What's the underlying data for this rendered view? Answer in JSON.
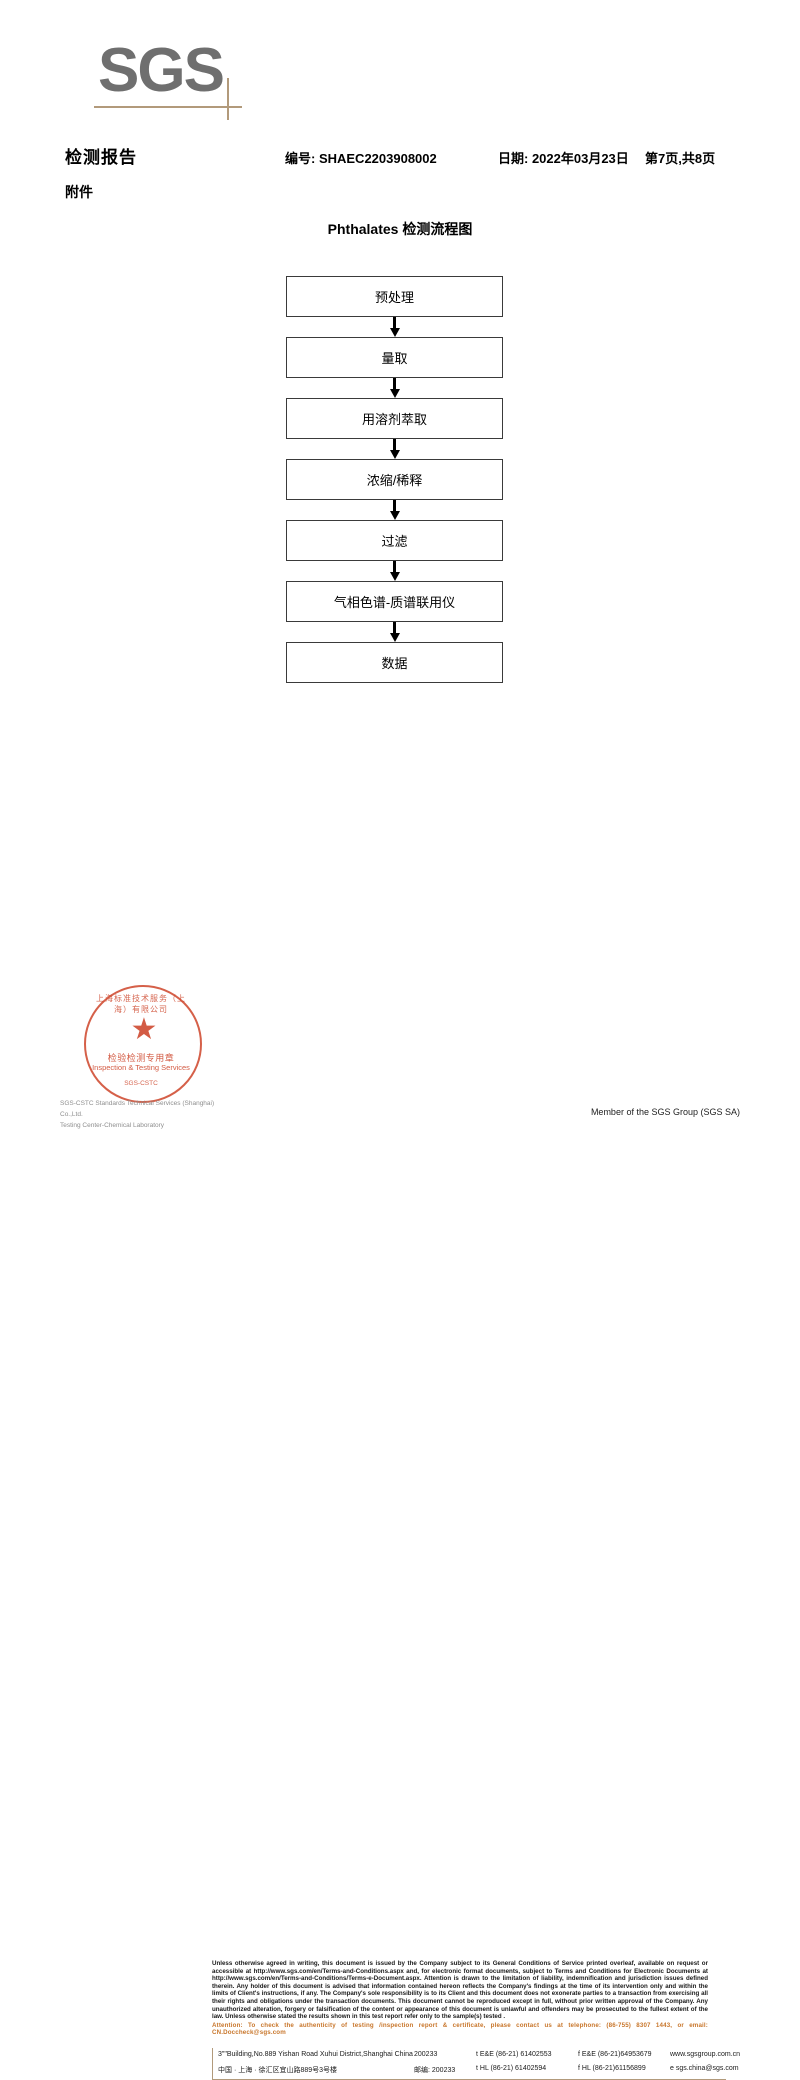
{
  "logo": {
    "text": "SGS"
  },
  "header": {
    "doc_title": "检测报告",
    "attachment_label": "附件",
    "report_no": "编号: SHAEC2203908002",
    "date": "日期: 2022年03月23日",
    "page": "第7页,共8页"
  },
  "flowchart": {
    "title": "Phthalates 检测流程图",
    "nodes": [
      {
        "label": "预处理"
      },
      {
        "label": "量取"
      },
      {
        "label": "用溶剂萃取"
      },
      {
        "label": "浓缩/稀释"
      },
      {
        "label": "过滤"
      },
      {
        "label": "气相色谱-质谱联用仪"
      },
      {
        "label": "数据"
      }
    ]
  },
  "seal": {
    "arc_top": "上海标准技术服务（上海）有限公司",
    "star": "★",
    "cn_text": "检验检测专用章",
    "en_text": "Inspection & Testing Services",
    "arc_bottom": "SGS-CSTC"
  },
  "company": {
    "line1": "SGS-CSTC Standards Technical Services (Shanghai) Co.,Ltd.",
    "line2": "Testing Center-Chemical Laboratory"
  },
  "footer": {
    "disclaimer": "Unless otherwise agreed in writing, this document is issued by the Company subject to its General Conditions of Service printed overleaf, available on request or accessible at http://www.sgs.com/en/Terms-and-Conditions.aspx and, for electronic format documents, subject to Terms and Conditions for Electronic Documents at http://www.sgs.com/en/Terms-and-Conditions/Terms-e-Document.aspx. Attention is drawn to the limitation of liability, indemnification and jurisdiction issues defined therein. Any holder of this document is advised that information contained hereon reflects the Company's findings at the time of its intervention only and within the limits of Client's instructions, if any. The Company's sole responsibility is to its Client and this document does not exonerate parties to a transaction from exercising all their rights and obligations under the transaction documents. This document cannot be reproduced except in full, without prior written approval of the Company. Any unauthorized alteration, forgery or falsification of the content or appearance of this document is unlawful and offenders may be prosecuted to the fullest extent of the law. Unless otherwise stated the results shown in this test report refer only to the sample(s) tested .",
    "attention": "Attention: To check the authenticity of testing /inspection report & certificate, please contact us at telephone: (86-755) 8307 1443, or email: CN.Doccheck@sgs.com",
    "address_en": "3\"\"Building,No.889 Yishan Road Xuhui District,Shanghai China",
    "address_cn": "中国 · 上海 · 徐汇区宜山路889号3号楼",
    "zip_en": "200233",
    "zip_cn": "邮编: 200233",
    "tel_en": "t E&E (86-21) 61402553",
    "tel_cn": "t HL (86-21) 61402594",
    "fax_en": "f E&E (86-21)64953679",
    "fax_cn": "f HL (86-21)61156899",
    "web": "www.sgsgroup.com.cn",
    "email": "e  sgs.china@sgs.com",
    "member": "Member of the SGS Group (SGS SA)"
  }
}
